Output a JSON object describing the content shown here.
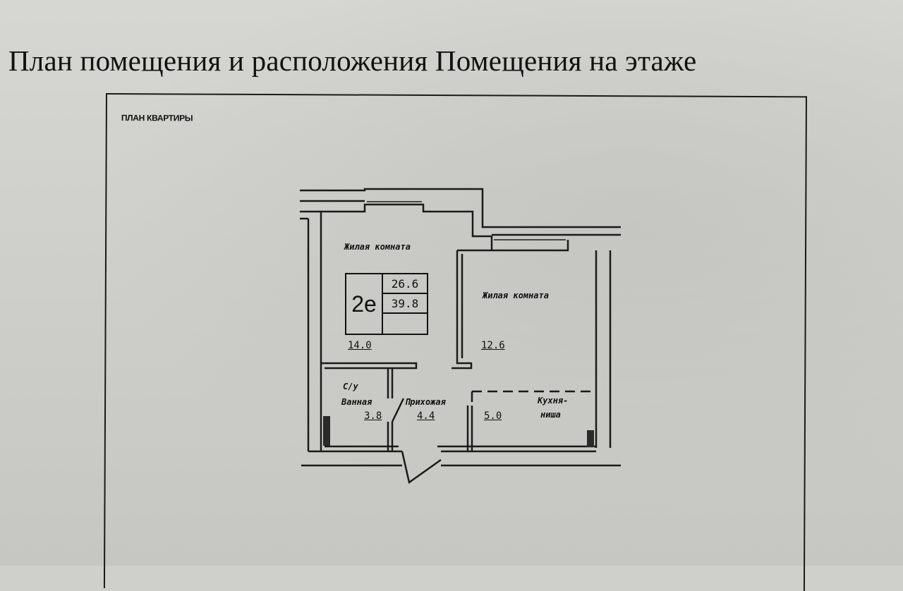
{
  "heading": "План помещения и расположения Помещения на этаже",
  "frame": {
    "title": "ПЛАН КВАРТИРЫ"
  },
  "plan": {
    "rooms": {
      "living_room_1": {
        "label": "Жилая комната",
        "area": "14.0"
      },
      "living_room_2": {
        "label": "Жилая комната",
        "area": "12.6"
      },
      "bathroom": {
        "label_line1": "С/у",
        "label_line2": "Ванная",
        "area": "3.8"
      },
      "hallway": {
        "label": "Прихожая",
        "area": "4.4"
      },
      "kitchen_niche": {
        "label_line1": "Кухня-",
        "label_line2": "ниша",
        "area": "5.0"
      }
    },
    "badge": {
      "type": "2е",
      "living_area": "26.6",
      "total_area": "39.8"
    }
  }
}
